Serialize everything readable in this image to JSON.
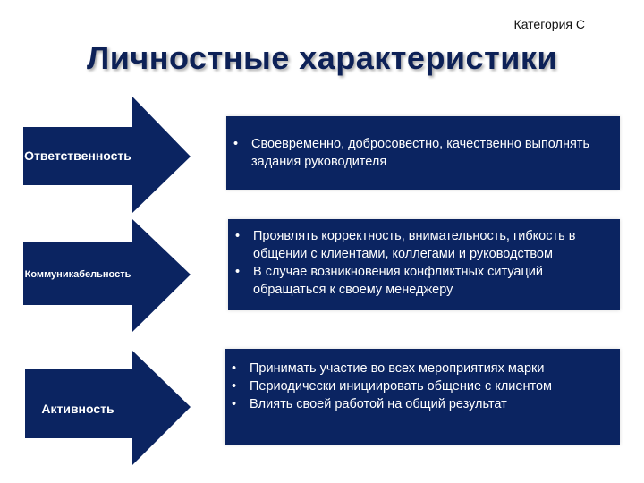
{
  "header": {
    "category": "Категория С",
    "title": "Личностные характеристики"
  },
  "rows": [
    {
      "label": "Ответственность",
      "bullets": [
        "Своевременно, добросовестно, качественно выполнять задания руководителя"
      ]
    },
    {
      "label": "Коммуникабельность",
      "bullets": [
        "Проявлять корректность, внимательность, гибкость в общении с клиентами, коллегами и руководством",
        "В случае возникновения конфликтных ситуаций обращаться к своему менеджеру"
      ]
    },
    {
      "label": "Активность",
      "bullets": [
        "Принимать участие во всех мероприятиях марки",
        "Периодически инициировать общение с клиентом",
        "Влиять своей работой на общий результат"
      ]
    }
  ],
  "colors": {
    "navy": "#0b2461",
    "title": "#0d2157"
  }
}
